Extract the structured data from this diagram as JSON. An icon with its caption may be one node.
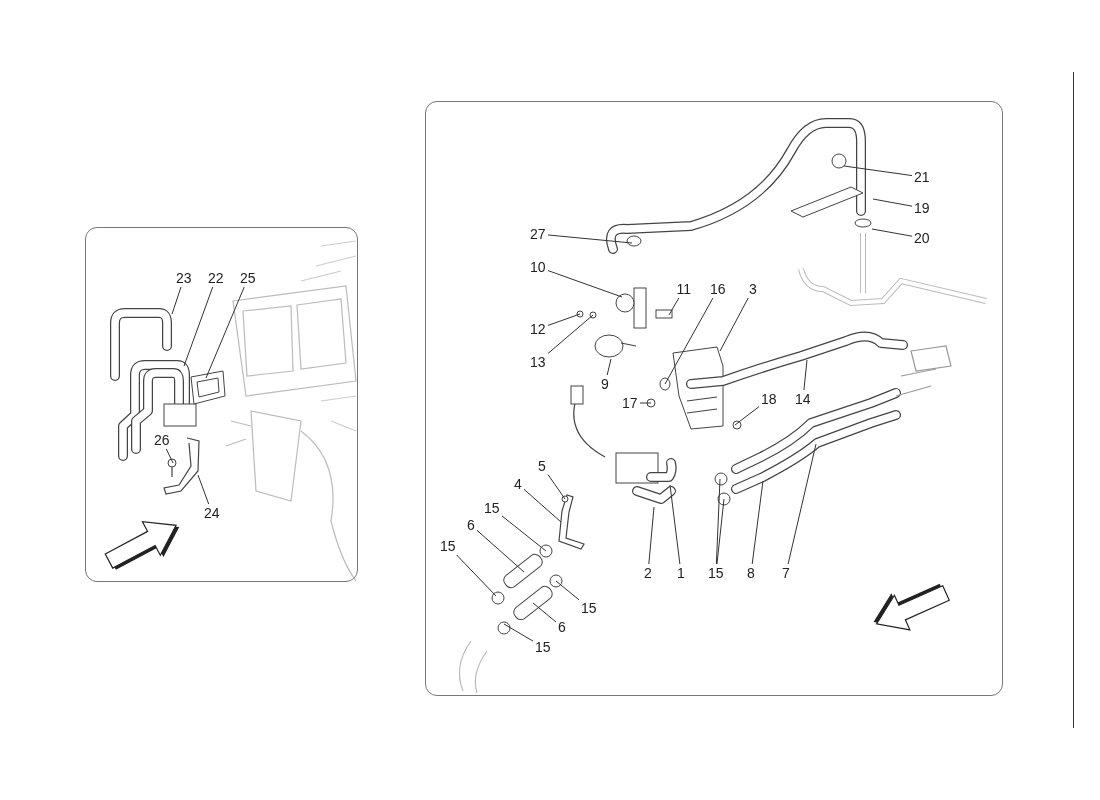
{
  "diagram": {
    "nodes": [
      {
        "text": [],
        "shape": "box"
      },
      {
        "text": [
          "23"
        ],
        "in": 0
      },
      {
        "text": [
          "22"
        ],
        "in": 0
      },
      {
        "text": [
          "25"
        ],
        "in": 0
      },
      {
        "text": [
          "26"
        ],
        "in": 0
      },
      {
        "text": [
          "24"
        ],
        "in": 0
      },
      {
        "text": [],
        "shape": "box"
      },
      {
        "text": [
          "21"
        ],
        "in": 6
      },
      {
        "text": [
          "19"
        ],
        "in": 6
      },
      {
        "text": [
          "27"
        ],
        "in": 6
      },
      {
        "text": [
          "20"
        ],
        "in": 6
      },
      {
        "text": [
          "10"
        ],
        "in": 6
      },
      {
        "text": [
          "11"
        ],
        "in": 6
      },
      {
        "text": [
          "16"
        ],
        "in": 6
      },
      {
        "text": [
          "3"
        ],
        "in": 6
      },
      {
        "text": [
          "12"
        ],
        "in": 6
      },
      {
        "text": [
          "13"
        ],
        "in": 6
      },
      {
        "text": [
          "9"
        ],
        "in": 6
      },
      {
        "text": [
          "18"
        ],
        "in": 6
      },
      {
        "text": [
          "14"
        ],
        "in": 6
      },
      {
        "text": [
          "17"
        ],
        "in": 6
      },
      {
        "text": [
          "5"
        ],
        "in": 6
      },
      {
        "text": [
          "4"
        ],
        "in": 6
      },
      {
        "text": [
          "15"
        ],
        "in": 6
      },
      {
        "text": [
          "6"
        ],
        "in": 6
      },
      {
        "text": [
          "15"
        ],
        "in": 6
      },
      {
        "text": [
          "2"
        ],
        "in": 6
      },
      {
        "text": [
          "1"
        ],
        "in": 6
      },
      {
        "text": [
          "15"
        ],
        "in": 6
      },
      {
        "text": [
          "8"
        ],
        "in": 6
      },
      {
        "text": [
          "7"
        ],
        "in": 6
      },
      {
        "text": [
          "15"
        ],
        "in": 6
      },
      {
        "text": [
          "6"
        ],
        "in": 6
      },
      {
        "text": [
          "15"
        ],
        "in": 6
      }
    ],
    "edges": [
      {
        "from": 1,
        "to": null,
        "arrow": "none"
      },
      {
        "from": 2,
        "to": null,
        "arrow": "none"
      },
      {
        "from": 3,
        "to": null,
        "arrow": "none"
      },
      {
        "from": 4,
        "to": null,
        "arrow": "none"
      },
      {
        "from": 5,
        "to": null,
        "arrow": "none"
      },
      {
        "from": 7,
        "to": null,
        "arrow": "none"
      },
      {
        "from": 8,
        "to": null,
        "arrow": "none"
      },
      {
        "from": 9,
        "to": null,
        "arrow": "none"
      },
      {
        "from": 10,
        "to": null,
        "arrow": "none"
      },
      {
        "from": 11,
        "to": null,
        "arrow": "none"
      },
      {
        "from": 12,
        "to": null,
        "arrow": "none"
      },
      {
        "from": 13,
        "to": null,
        "arrow": "none"
      },
      {
        "from": 14,
        "to": null,
        "arrow": "none"
      },
      {
        "from": 15,
        "to": null,
        "arrow": "none"
      },
      {
        "from": 16,
        "to": null,
        "arrow": "none"
      },
      {
        "from": 17,
        "to": null,
        "arrow": "none"
      },
      {
        "from": 18,
        "to": null,
        "arrow": "none"
      },
      {
        "from": 19,
        "to": null,
        "arrow": "none"
      },
      {
        "from": 20,
        "to": null,
        "arrow": "none"
      },
      {
        "from": 21,
        "to": null,
        "arrow": "none"
      },
      {
        "from": 22,
        "to": null,
        "arrow": "none"
      },
      {
        "from": 23,
        "to": null,
        "arrow": "none"
      },
      {
        "from": 24,
        "to": null,
        "arrow": "none"
      },
      {
        "from": 25,
        "to": null,
        "arrow": "none"
      },
      {
        "from": 26,
        "to": null,
        "arrow": "none"
      },
      {
        "from": 27,
        "to": null,
        "arrow": "none"
      },
      {
        "from": 28,
        "to": null,
        "arrow": "none"
      },
      {
        "from": 28,
        "to": null,
        "arrow": "none"
      },
      {
        "from": 29,
        "to": null,
        "arrow": "none"
      },
      {
        "from": 30,
        "to": null,
        "arrow": "none"
      },
      {
        "from": 31,
        "to": null,
        "arrow": "none"
      },
      {
        "from": 32,
        "to": null,
        "arrow": "none"
      },
      {
        "from": 33,
        "to": null,
        "arrow": "none"
      }
    ]
  }
}
